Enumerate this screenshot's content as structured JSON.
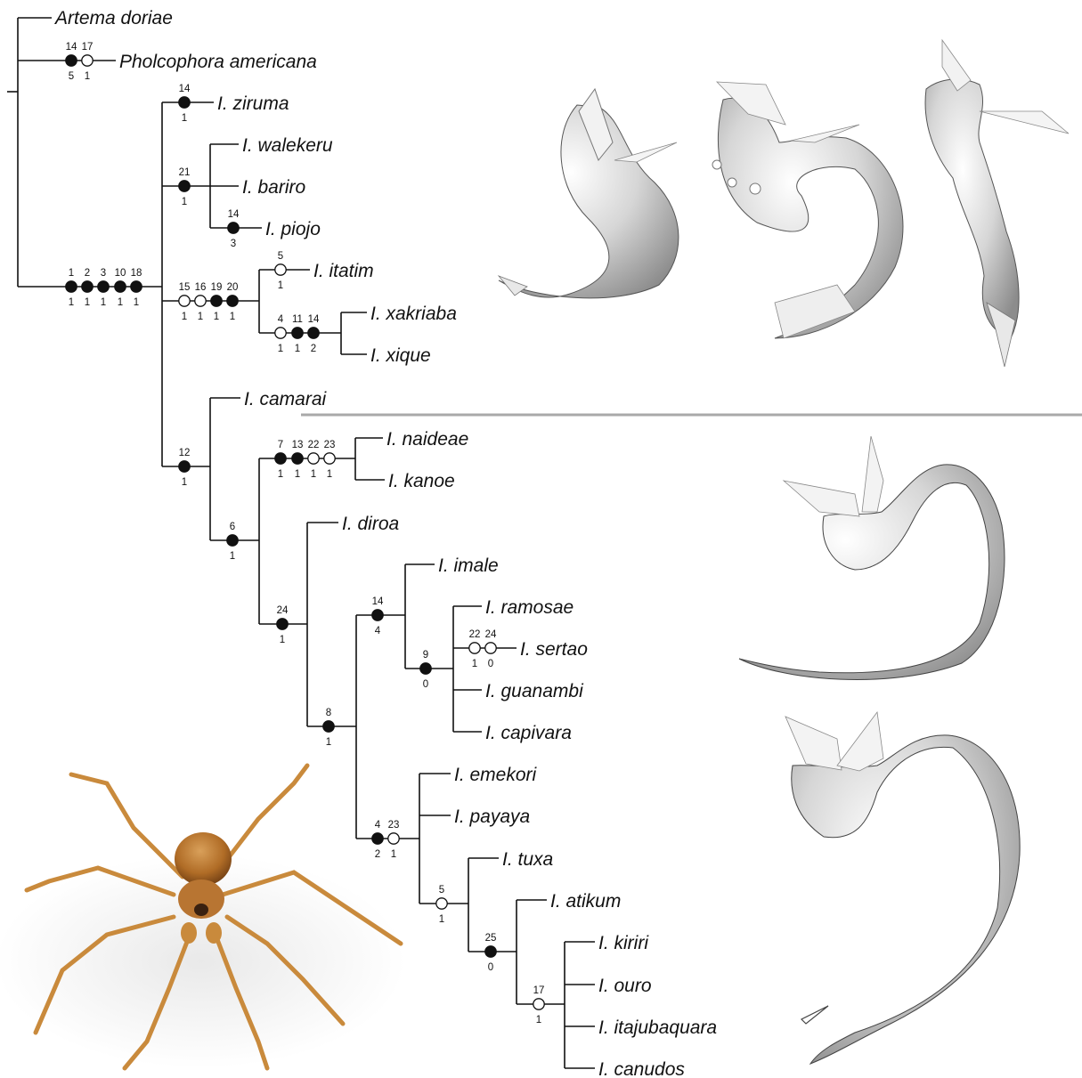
{
  "figure": {
    "taxa": [
      "Artema doriae",
      "Pholcophora americana",
      "I. ziruma",
      "I. walekeru",
      "I. bariro",
      "I. piojo",
      "I. itatim",
      "I. xakriaba",
      "I. xique",
      "I. camarai",
      "I. naideae",
      "I. kanoe",
      "I. diroa",
      "I. imale",
      "I. ramosae",
      "I. sertao",
      "I. guanambi",
      "I. capivara",
      "I. emekori",
      "I. payaya",
      "I. tuxa",
      "I. atikum",
      "I. kiriri",
      "I. ouro",
      "I. itajubaquara",
      "I. canudos"
    ],
    "characters": [
      {
        "char": "14",
        "state": "5",
        "filled": true
      },
      {
        "char": "17",
        "state": "1",
        "filled": false
      },
      {
        "char": "14",
        "state": "1",
        "filled": true
      },
      {
        "char": "21",
        "state": "1",
        "filled": true
      },
      {
        "char": "14",
        "state": "3",
        "filled": true
      },
      {
        "char": "1",
        "state": "1",
        "filled": true
      },
      {
        "char": "2",
        "state": "1",
        "filled": true
      },
      {
        "char": "3",
        "state": "1",
        "filled": true
      },
      {
        "char": "10",
        "state": "1",
        "filled": true
      },
      {
        "char": "18",
        "state": "1",
        "filled": true
      },
      {
        "char": "15",
        "state": "1",
        "filled": false
      },
      {
        "char": "16",
        "state": "1",
        "filled": false
      },
      {
        "char": "19",
        "state": "1",
        "filled": true
      },
      {
        "char": "20",
        "state": "1",
        "filled": true
      },
      {
        "char": "5",
        "state": "1",
        "filled": false
      },
      {
        "char": "4",
        "state": "1",
        "filled": false
      },
      {
        "char": "11",
        "state": "1",
        "filled": true
      },
      {
        "char": "14",
        "state": "2",
        "filled": true
      },
      {
        "char": "12",
        "state": "1",
        "filled": true
      },
      {
        "char": "7",
        "state": "1",
        "filled": true
      },
      {
        "char": "13",
        "state": "1",
        "filled": true
      },
      {
        "char": "22",
        "state": "1",
        "filled": false
      },
      {
        "char": "23",
        "state": "1",
        "filled": false
      },
      {
        "char": "6",
        "state": "1",
        "filled": true
      },
      {
        "char": "24",
        "state": "1",
        "filled": true
      },
      {
        "char": "14",
        "state": "4",
        "filled": true
      },
      {
        "char": "9",
        "state": "0",
        "filled": true
      },
      {
        "char": "22",
        "state": "1",
        "filled": false
      },
      {
        "char": "24",
        "state": "0",
        "filled": false
      },
      {
        "char": "8",
        "state": "1",
        "filled": true
      },
      {
        "char": "4",
        "state": "2",
        "filled": true
      },
      {
        "char": "23",
        "state": "1",
        "filled": false
      },
      {
        "char": "5",
        "state": "1",
        "filled": false
      },
      {
        "char": "25",
        "state": "0",
        "filled": true
      },
      {
        "char": "17",
        "state": "1",
        "filled": false
      }
    ],
    "illustrations": [
      "palp-drawing-1",
      "palp-drawing-2",
      "palp-drawing-3",
      "palp-drawing-4",
      "palp-drawing-5",
      "spider-photo"
    ],
    "colors": {
      "ink": "#111111",
      "divider": "#a9a9a9",
      "spider": "#c98a3c",
      "spider_dark": "#3a2110"
    }
  }
}
